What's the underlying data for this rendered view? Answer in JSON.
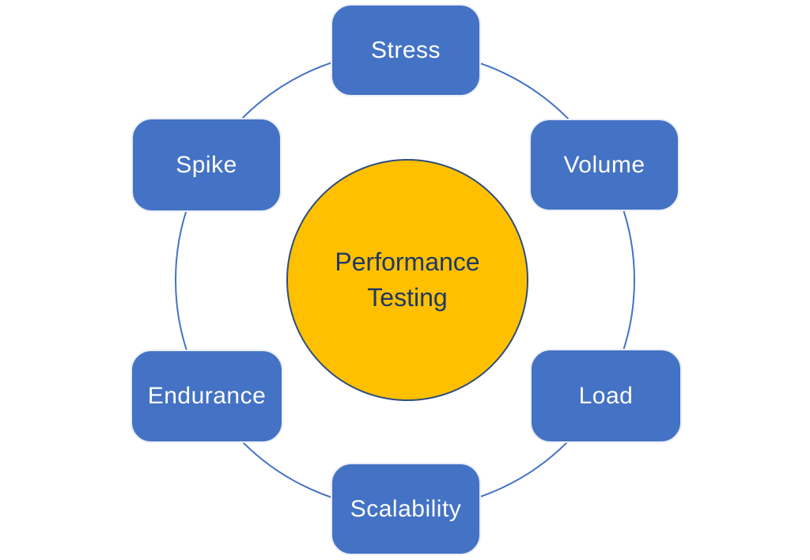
{
  "diagram": {
    "type": "cycle",
    "center": {
      "label": "Performance Testing"
    },
    "nodes": [
      {
        "id": "stress",
        "label": "Stress"
      },
      {
        "id": "volume",
        "label": "Volume"
      },
      {
        "id": "load",
        "label": "Load"
      },
      {
        "id": "scalability",
        "label": "Scalability"
      },
      {
        "id": "endurance",
        "label": "Endurance"
      },
      {
        "id": "spike",
        "label": "Spike"
      }
    ]
  },
  "colors": {
    "node_fill": "#4472C4",
    "node_text": "#FFFFFF",
    "node_border": "#E9EEF7",
    "ring_stroke": "#4472C4",
    "center_fill": "#FFC000",
    "center_border": "#2E4D7B",
    "center_text": "#1F3864",
    "background": "#FFFFFF"
  }
}
